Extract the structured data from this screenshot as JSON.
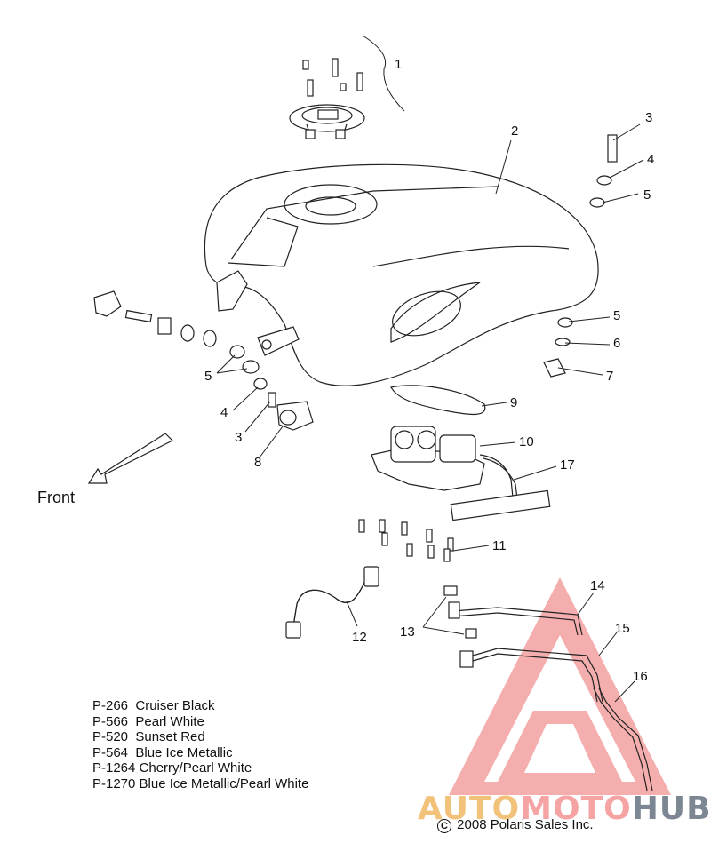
{
  "callouts": [
    {
      "id": "1",
      "label": "1"
    },
    {
      "id": "2",
      "label": "2"
    },
    {
      "id": "3a",
      "label": "3"
    },
    {
      "id": "4a",
      "label": "4"
    },
    {
      "id": "5a",
      "label": "5"
    },
    {
      "id": "5b",
      "label": "5"
    },
    {
      "id": "6",
      "label": "6"
    },
    {
      "id": "7",
      "label": "7"
    },
    {
      "id": "9",
      "label": "9"
    },
    {
      "id": "10",
      "label": "10"
    },
    {
      "id": "17",
      "label": "17"
    },
    {
      "id": "5c",
      "label": "5"
    },
    {
      "id": "4b",
      "label": "4"
    },
    {
      "id": "3b",
      "label": "3"
    },
    {
      "id": "8",
      "label": "8"
    },
    {
      "id": "11",
      "label": "11"
    },
    {
      "id": "12",
      "label": "12"
    },
    {
      "id": "13",
      "label": "13"
    },
    {
      "id": "14",
      "label": "14"
    },
    {
      "id": "15",
      "label": "15"
    },
    {
      "id": "16",
      "label": "16"
    }
  ],
  "front_label": "Front",
  "color_options": [
    "P-266  Cruiser Black",
    "P-566  Pearl White",
    "P-520  Sunset Red",
    "P-564  Blue Ice Metallic",
    "P-1264 Cherry/Pearl White",
    "P-1270 Blue Ice Metallic/Pearl White"
  ],
  "copyright": "2008 Polaris Sales Inc.",
  "copyright_symbol": "C",
  "watermark": {
    "part1": "AUTO",
    "part2": "MOTO",
    "part3": "HUB",
    "colors": {
      "auto": "#f2c27a",
      "moto": "#f5a3a3",
      "hub": "#7d8794",
      "triangle": "#f08080"
    }
  }
}
